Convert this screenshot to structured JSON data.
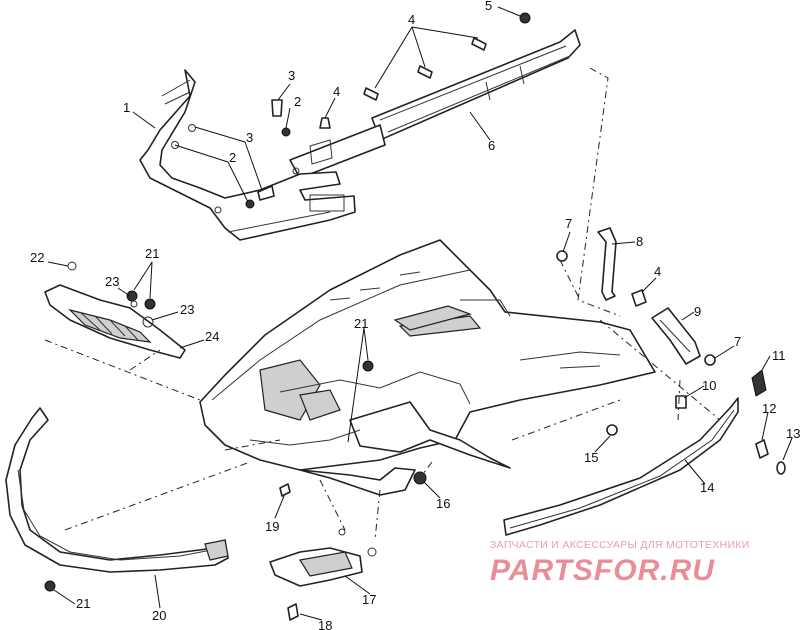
{
  "callouts": [
    {
      "id": "c1",
      "text": "1"
    },
    {
      "id": "c2a",
      "text": "2"
    },
    {
      "id": "c2b",
      "text": "2"
    },
    {
      "id": "c3a",
      "text": "3"
    },
    {
      "id": "c3b",
      "text": "3"
    },
    {
      "id": "c4a",
      "text": "4"
    },
    {
      "id": "c4b",
      "text": "4"
    },
    {
      "id": "c4c",
      "text": "4"
    },
    {
      "id": "c5",
      "text": "5"
    },
    {
      "id": "c6",
      "text": "6"
    },
    {
      "id": "c7a",
      "text": "7"
    },
    {
      "id": "c7b",
      "text": "7"
    },
    {
      "id": "c8",
      "text": "8"
    },
    {
      "id": "c9",
      "text": "9"
    },
    {
      "id": "c10",
      "text": "10"
    },
    {
      "id": "c11",
      "text": "11"
    },
    {
      "id": "c12",
      "text": "12"
    },
    {
      "id": "c13",
      "text": "13"
    },
    {
      "id": "c14",
      "text": "14"
    },
    {
      "id": "c15",
      "text": "15"
    },
    {
      "id": "c16",
      "text": "16"
    },
    {
      "id": "c17",
      "text": "17"
    },
    {
      "id": "c18",
      "text": "18"
    },
    {
      "id": "c19",
      "text": "19"
    },
    {
      "id": "c20",
      "text": "20"
    },
    {
      "id": "c21a",
      "text": "21"
    },
    {
      "id": "c21b",
      "text": "21"
    },
    {
      "id": "c21c",
      "text": "21"
    },
    {
      "id": "c22",
      "text": "22"
    },
    {
      "id": "c23a",
      "text": "23"
    },
    {
      "id": "c23b",
      "text": "23"
    },
    {
      "id": "c24",
      "text": "24"
    }
  ],
  "watermark": {
    "subtitle": "ЗАПЧАСТИ И АКСЕССУАРЫ ДЛЯ МОТОТЕХНИКИ",
    "logo_text": "PARTSFOR.RU"
  }
}
